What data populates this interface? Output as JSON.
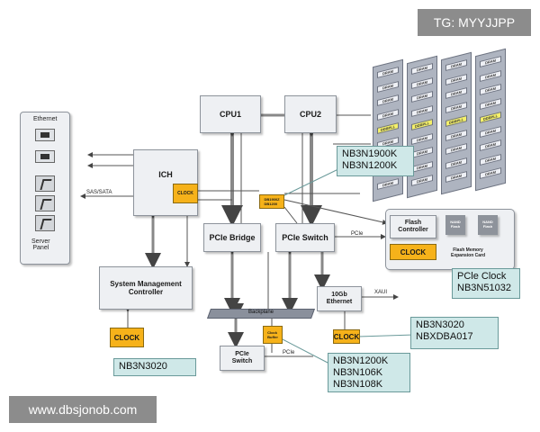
{
  "watermark_top": "TG: MYYJJPP",
  "watermark_bottom": "www.dbsjonob.com",
  "server_panel": {
    "ethernet_label": "Ethernet",
    "label": "Server\nPanel"
  },
  "blocks": {
    "cpu1": "CPU1",
    "cpu2": "CPU2",
    "ich": "ICH",
    "pcie_bridge": "PCIe Bridge",
    "pcie_switch": "PCIe Switch",
    "pcie_switch_bottom": "PCIe\nSwitch",
    "ethernet_10gb": "10Gb\nEthernet",
    "smc": "System Management\nController",
    "flash_controller": "Flash\nController",
    "nand_flash": "NAND\nFlash",
    "flash_card_label": "Flash Memory\nExpansion Card",
    "backplane": "Backplane",
    "db_chip": "DB1900Z\nDB1200",
    "clock_buffer": "Clock\nBuffer"
  },
  "clock_labels": {
    "ich_clock": "CLOCK",
    "flash_clock": "CLOCK",
    "smc_clock": "CLOCK",
    "eth_clock": "CLOCK"
  },
  "dimm_chips": {
    "dram": "DRAM",
    "ddr": "DDRPLL"
  },
  "link_labels": {
    "sas_sata": "SAS/SATA",
    "pcie_flash": "PCIe",
    "pcie_bottom": "PCIe",
    "xaui": "XAUI"
  },
  "callouts": {
    "nb3n1900k": "NB3N1900K\nNB3N1200K",
    "pcie_clock": "PCle Clock\nNB3N51032",
    "nb3n3020_right": "NB3N3020\nNBXDBA017",
    "nb3n3020_left": "NB3N3020",
    "nb3n1200k": "NB3N1200K\nNB3N106K\nNB3N108K"
  },
  "colors": {
    "clock": "#f6b21a",
    "callout": "#cfe8e8",
    "block": "#eef0f3",
    "dimm": "#aeb4c0",
    "ddr_chip": "#f4f06a"
  }
}
